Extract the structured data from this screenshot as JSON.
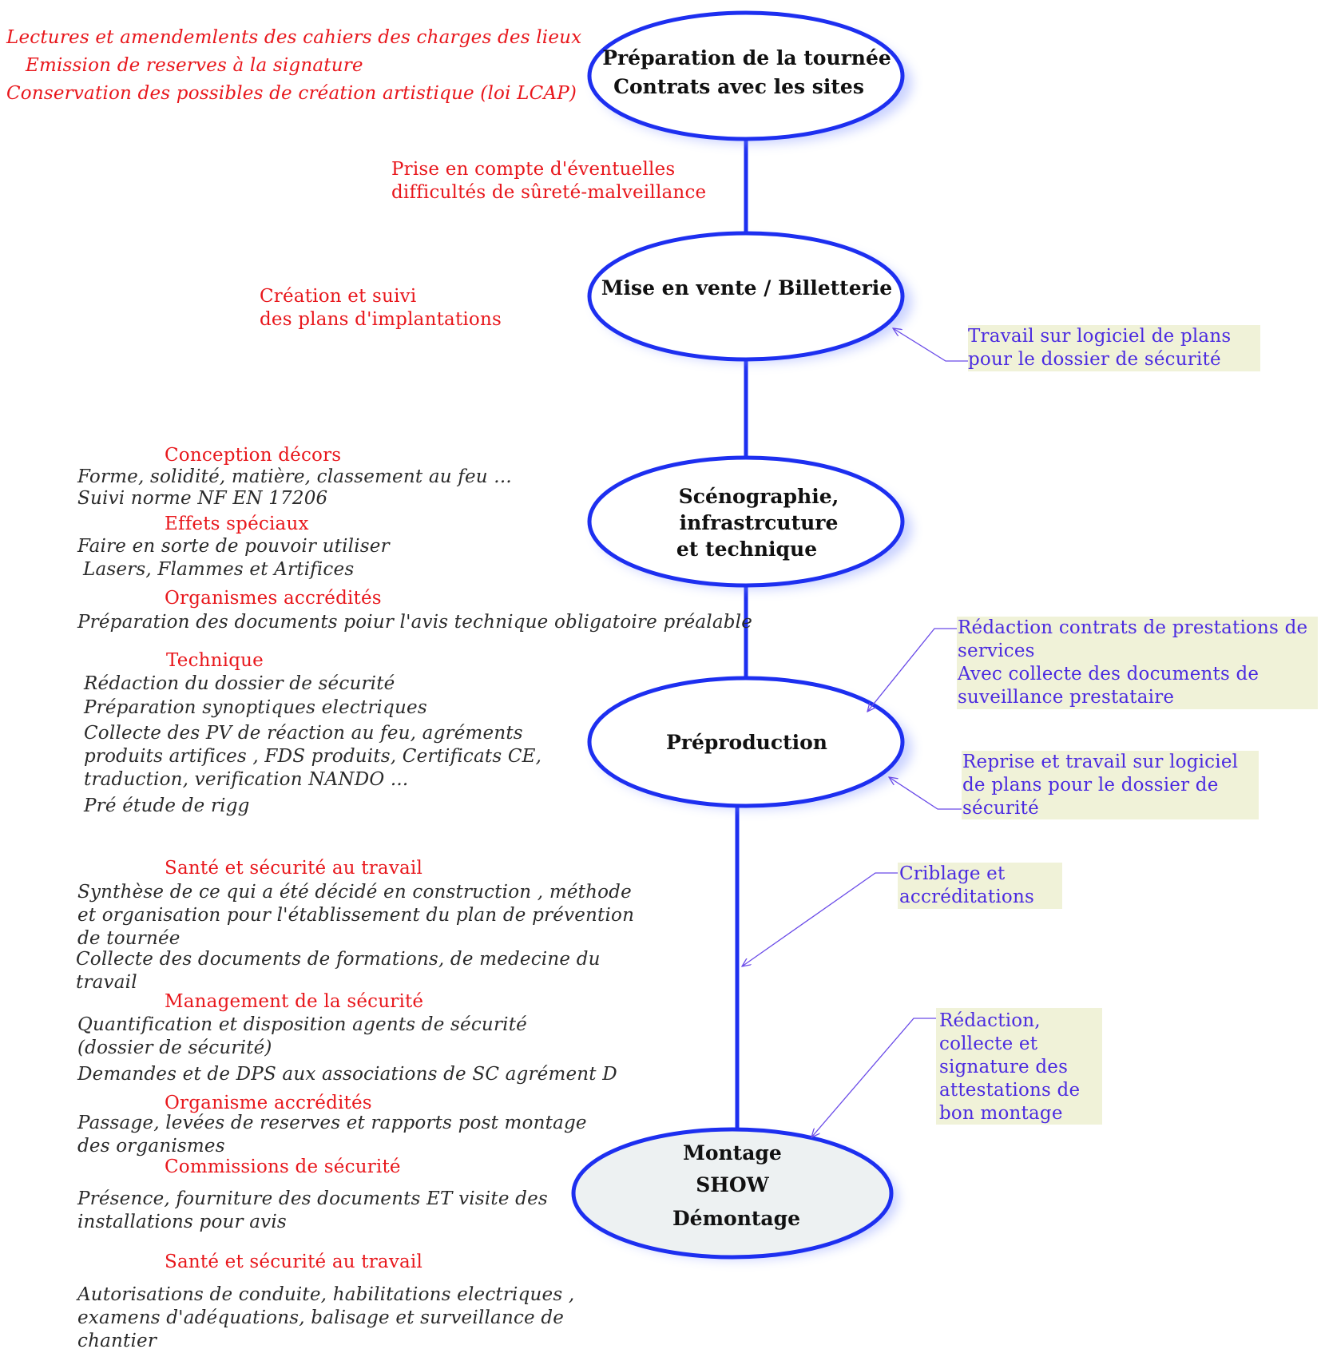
{
  "nodes": {
    "n1": {
      "line1": "Préparation de la tournée",
      "line2": "Contrats avec les sites"
    },
    "n2": {
      "line1": "Mise en vente / Billetterie"
    },
    "n3": {
      "line1": "Scénographie,",
      "line2": "infrastrcuture",
      "line3": "et technique"
    },
    "n4": {
      "line1": "Préproduction"
    },
    "n5": {
      "line1": "Montage",
      "line2": "SHOW",
      "line3": "Démontage"
    }
  },
  "top_notes": [
    "Lectures et amendemlents des cahiers des charges  des lieux",
    "Emission de reserves à la signature",
    "Conservation des possibles de création artistique (loi LCAP)"
  ],
  "red_notes": {
    "surete": [
      "Prise en compte d'éventuelles",
      "difficultés de sûreté-malveillance"
    ],
    "plans": [
      "Création et suivi",
      "des plans d'implantations"
    ]
  },
  "left_sections": {
    "decors": {
      "heading": "Conception décors",
      "lines": [
        "Forme, solidité, matière, classement au feu ...",
        "Suivi norme NF EN 17206"
      ]
    },
    "effets": {
      "heading": "Effets spéciaux",
      "lines": [
        "Faire en sorte de pouvoir utiliser",
        "Lasers, Flammes et Artifices"
      ]
    },
    "organismes": {
      "heading": "Organismes accrédités",
      "lines": [
        "Préparation des documents poiur l'avis technique obligatoire préalable"
      ]
    },
    "technique": {
      "heading": "Technique",
      "lines": [
        "Rédaction du dossier de sécurité",
        "Préparation synoptiques electriques",
        "Collecte des PV de réaction au feu, agréments",
        "produits artifices , FDS produits, Certificats CE,",
        "traduction, verification NANDO ...",
        "Pré étude de rigg"
      ]
    },
    "sst1": {
      "heading": "Santé et sécurité au travail",
      "lines": [
        "Synthèse de ce qui a été décidé en construction , méthode",
        "et organisation pour l'établissement du plan de prévention",
        "de tournée",
        "Collecte des documents de formations, de medecine du",
        "travail"
      ]
    },
    "management": {
      "heading": "Management de la sécurité",
      "lines": [
        "Quantification et disposition agents de sécurité",
        "(dossier de sécurité)",
        "Demandes et de DPS aux associations de SC agrément D"
      ]
    },
    "organisme2": {
      "heading": "Organisme accrédités",
      "lines": [
        "Passage, levées de reserves et rapports post montage",
        "des organismes"
      ]
    },
    "commissions": {
      "heading": "Commissions de sécurité",
      "lines": [
        "Présence, fourniture des documents ET visite des",
        "installations pour avis"
      ]
    },
    "sst2": {
      "heading": "Santé et sécurité au travail",
      "lines": [
        "Autorisations de conduite, habilitations electriques ,",
        "examens d'adéquations, balisage et surveillance de",
        "chantier"
      ]
    }
  },
  "callouts": {
    "c1": [
      "Travail sur logiciel de plans",
      "pour le dossier de sécurité"
    ],
    "c2": [
      "Rédaction contrats de prestations de",
      "services",
      "Avec collecte des documents de",
      "suveillance prestataire"
    ],
    "c3": [
      "Reprise et travail sur logiciel",
      "de plans pour le dossier de",
      "sécurité"
    ],
    "c4": [
      "Criblage et",
      "accréditations"
    ],
    "c5": [
      "Rédaction,",
      "collecte et",
      "signature des",
      "attestations de",
      "bon montage"
    ]
  },
  "colors": {
    "node_stroke": "#1d2ff0",
    "connector": "#1d2ff0",
    "heading_red": "#e8171c",
    "body_gray": "#2a2a2a",
    "callout_blue": "#4b2be0",
    "callout_bg": "#f0f2d8",
    "final_node_fill": "#edf1f2"
  }
}
